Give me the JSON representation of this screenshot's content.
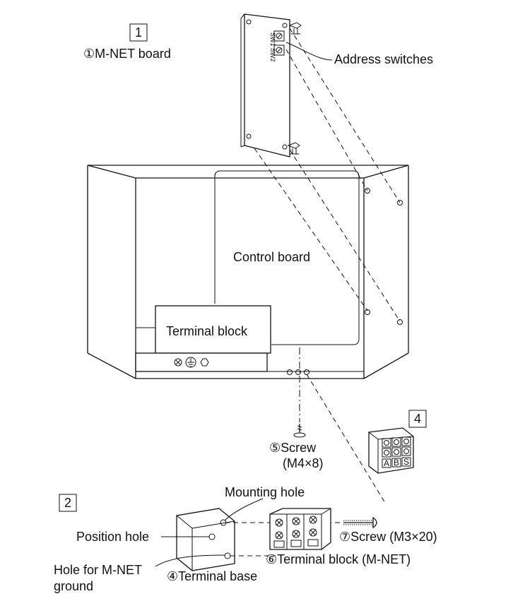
{
  "steps": {
    "step1_box": "1",
    "step2_box": "2",
    "step4_box": "4"
  },
  "labels": {
    "mnet_board": "①M-NET board",
    "address_switches": "Address switches",
    "control_board": "Control board",
    "terminal_block": "Terminal block",
    "screw_m4": "⑤Screw",
    "screw_m4_size": "(M4×8)",
    "mounting_hole": "Mounting hole",
    "position_hole": "Position hole",
    "hole_ground_line1": "Hole for M-NET",
    "hole_ground_line2": "ground",
    "terminal_base": "④Terminal base",
    "terminal_block_mnet": "⑥Terminal block (M-NET)",
    "screw_m3": "⑦Screw (M3×20)",
    "switch_sw1": "SW1",
    "switch_sw2": "SW2",
    "term_a": "A",
    "term_b": "B",
    "term_s": "S"
  }
}
